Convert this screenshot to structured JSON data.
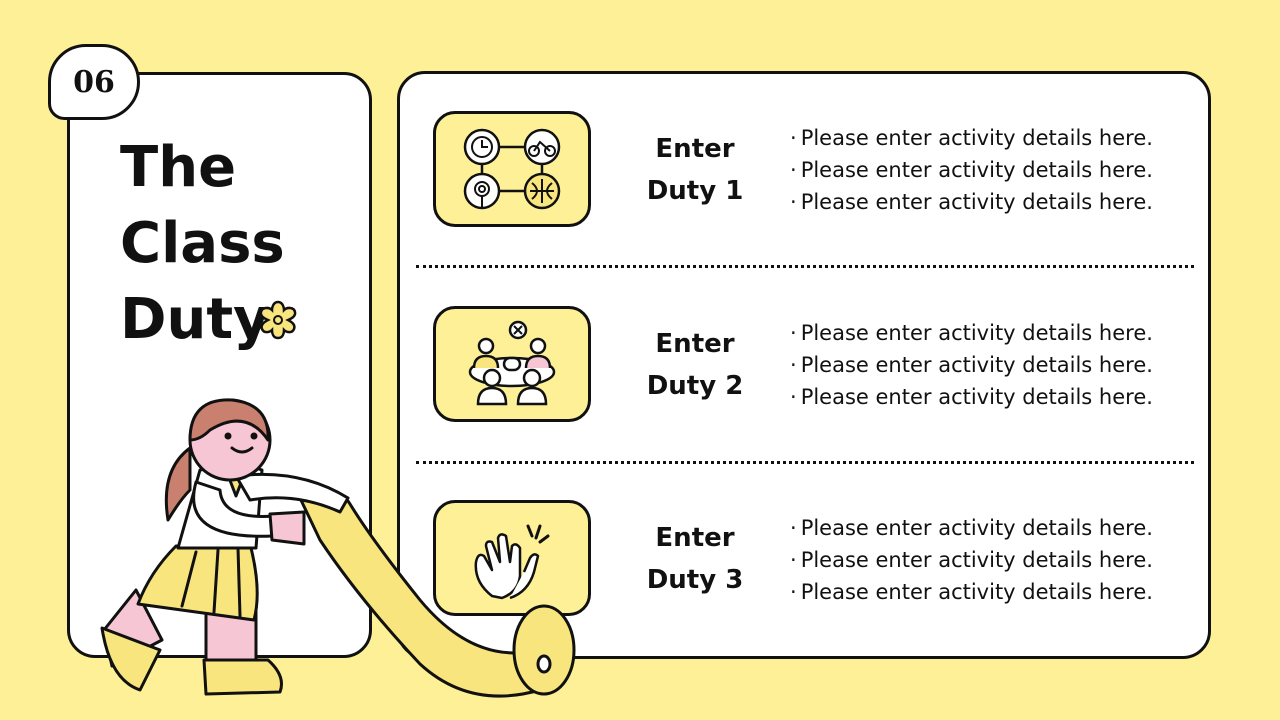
{
  "badge": "06",
  "title": {
    "line1": "The",
    "line2": "Class",
    "line3": "Duty"
  },
  "duties": [
    {
      "name_line1": "Enter",
      "name_line2": "Duty 1",
      "icon": "activities-icon",
      "details": [
        "Please enter activity details here.",
        "Please enter activity details here.",
        "Please enter activity details here."
      ]
    },
    {
      "name_line1": "Enter",
      "name_line2": "Duty 2",
      "icon": "meeting-icon",
      "details": [
        "Please enter activity details here.",
        "Please enter activity details here.",
        "Please enter activity details here."
      ]
    },
    {
      "name_line1": "Enter",
      "name_line2": "Duty 3",
      "icon": "clapping-hands-icon",
      "details": [
        "Please enter activity details here.",
        "Please enter activity details here.",
        "Please enter activity details here."
      ]
    }
  ],
  "colors": {
    "background": "#fdf096",
    "accent": "#f9e57d",
    "outline": "#111111",
    "pink": "#f7c6d4",
    "hair": "#c9806e"
  }
}
